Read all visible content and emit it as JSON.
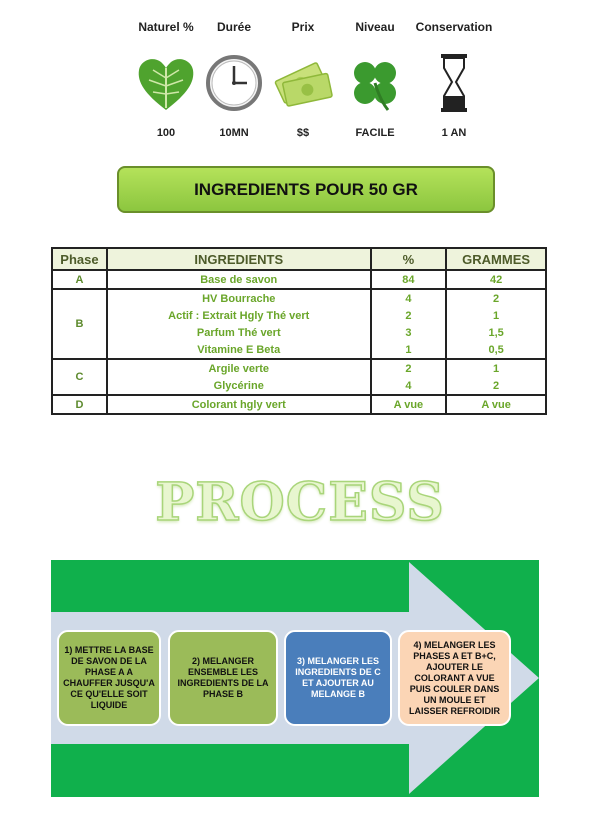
{
  "stats": [
    {
      "label": "Naturel %",
      "value": "100",
      "icon": "leaf-heart-icon"
    },
    {
      "label": "Durée",
      "value": "10MN",
      "icon": "clock-icon"
    },
    {
      "label": "Prix",
      "value": "$$",
      "icon": "money-icon"
    },
    {
      "label": "Niveau",
      "value": "FACILE",
      "icon": "clover-icon"
    },
    {
      "label": "Conservation",
      "value": "1 AN",
      "icon": "hourglass-icon"
    }
  ],
  "banner": {
    "title": "INGREDIENTS POUR 50 GR"
  },
  "table": {
    "headers": {
      "phase": "Phase",
      "ingredients": "INGREDIENTS",
      "percent": "%",
      "grams": "GRAMMES"
    },
    "phases": [
      {
        "phase": "A",
        "rows": [
          {
            "ingredient": "Base de savon",
            "percent": "84",
            "grams": "42"
          }
        ]
      },
      {
        "phase": "B",
        "rows": [
          {
            "ingredient": "HV Bourrache",
            "percent": "4",
            "grams": "2"
          },
          {
            "ingredient": "Actif : Extrait Hgly Thé vert",
            "percent": "2",
            "grams": "1"
          },
          {
            "ingredient": "Parfum Thé vert",
            "percent": "3",
            "grams": "1,5"
          },
          {
            "ingredient": "Vitamine E Beta",
            "percent": "1",
            "grams": "0,5"
          }
        ]
      },
      {
        "phase": "C",
        "rows": [
          {
            "ingredient": "Argile verte",
            "percent": "2",
            "grams": "1"
          },
          {
            "ingredient": "Glycérine",
            "percent": "4",
            "grams": "2"
          }
        ]
      },
      {
        "phase": "D",
        "rows": [
          {
            "ingredient": "Colorant hgly vert",
            "percent": "A vue",
            "grams": "A vue"
          }
        ]
      }
    ]
  },
  "process": {
    "title": "PROCESS",
    "steps": [
      "1) METTRE LA BASE DE SAVON DE LA PHASE A A CHAUFFER JUSQU'A CE QU'ELLE SOIT LIQUIDE",
      "2) MELANGER ENSEMBLE LES INGREDIENTS DE LA PHASE B",
      "3) MELANGER LES INGREDIENTS DE C ET AJOUTER AU MELANGE B",
      "4) MELANGER LES PHASES A ET B+C, AJOUTER LE COLORANT A VUE PUIS COULER DANS UN MOULE ET LAISSER REFROIDIR"
    ]
  },
  "colors": {
    "accent_green": "#8cc63f",
    "process_bg": "#10b04c",
    "step_blue": "#4a7ebb",
    "step_peach": "#fbd5b5"
  }
}
